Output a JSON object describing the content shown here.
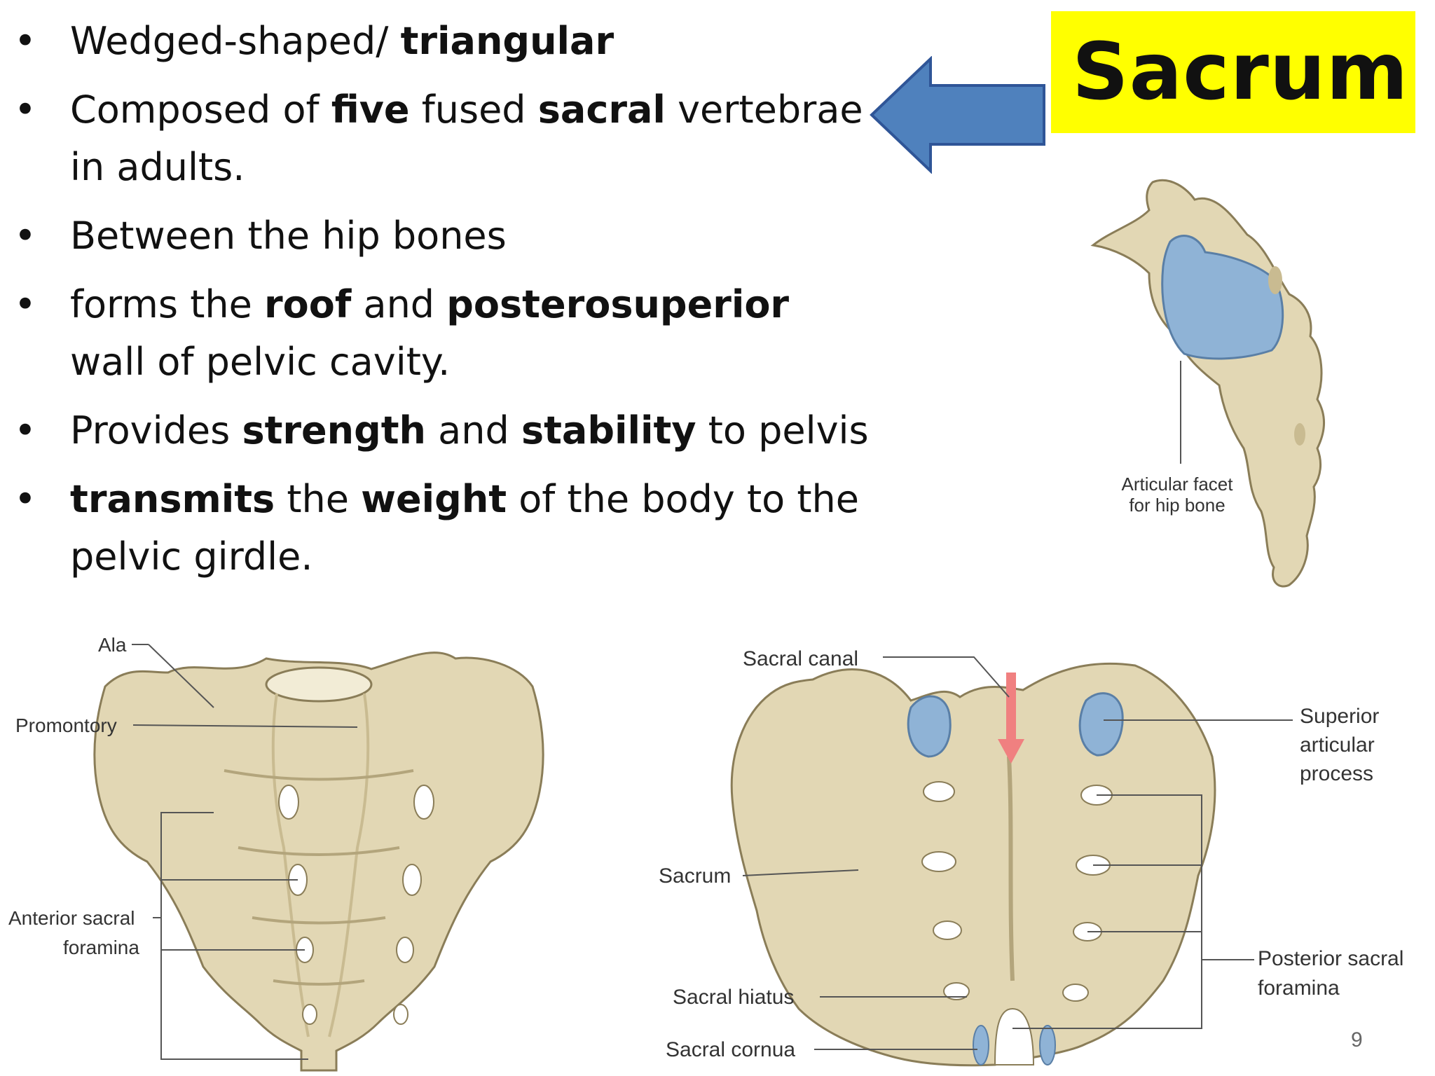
{
  "slide": {
    "title": "Sacrum",
    "page_number": "9",
    "bullets": [
      [
        {
          "t": "Wedged-shaped/ ",
          "b": false
        },
        {
          "t": "triangular",
          "b": true
        }
      ],
      [
        {
          "t": "Composed of ",
          "b": false
        },
        {
          "t": "five",
          "b": true
        },
        {
          "t": " fused ",
          "b": false
        },
        {
          "t": "sacral",
          "b": true
        },
        {
          "t": " vertebrae in adults.",
          "b": false
        }
      ],
      [
        {
          "t": "Between the hip bones",
          "b": false
        }
      ],
      [
        {
          "t": "forms the ",
          "b": false
        },
        {
          "t": "roof",
          "b": true
        },
        {
          "t": " and ",
          "b": false
        },
        {
          "t": "posterosuperior",
          "b": true
        },
        {
          "t": " wall of pelvic cavity.",
          "b": false
        }
      ],
      [
        {
          "t": "Provides ",
          "b": false
        },
        {
          "t": "strength",
          "b": true
        },
        {
          "t": " and ",
          "b": false
        },
        {
          "t": "stability",
          "b": true
        },
        {
          "t": " to pelvis",
          "b": false
        }
      ],
      [
        {
          "t": "transmits",
          "b": true
        },
        {
          "t": " the ",
          "b": false
        },
        {
          "t": "weight",
          "b": true
        },
        {
          "t": " of the body to the pelvic girdle.",
          "b": false
        }
      ]
    ]
  },
  "figures": {
    "lateral": {
      "label_line1": "Articular facet",
      "label_line2": "for hip bone"
    },
    "anterior": {
      "ala": "Ala",
      "promontory": "Promontory",
      "anterior_foramina_line1": "Anterior sacral",
      "anterior_foramina_line2": "foramina"
    },
    "posterior": {
      "sacral_canal": "Sacral canal",
      "superior_line1": "Superior",
      "superior_line2": "articular",
      "superior_line3": "process",
      "sacrum": "Sacrum",
      "posterior_foramina_line1": "Posterior sacral",
      "posterior_foramina_line2": "foramina",
      "sacral_hiatus": "Sacral hiatus",
      "sacral_cornua": "Sacral cornua"
    }
  },
  "colors": {
    "title_bg": "#ffff00",
    "arrow_fill": "#4f81bd",
    "arrow_stroke": "#2f5597",
    "bone": "#e2d7b4",
    "bone_shade": "#c9bb91",
    "facet_blue": "#8fb3d6",
    "canal_arrow": "#f08080"
  }
}
